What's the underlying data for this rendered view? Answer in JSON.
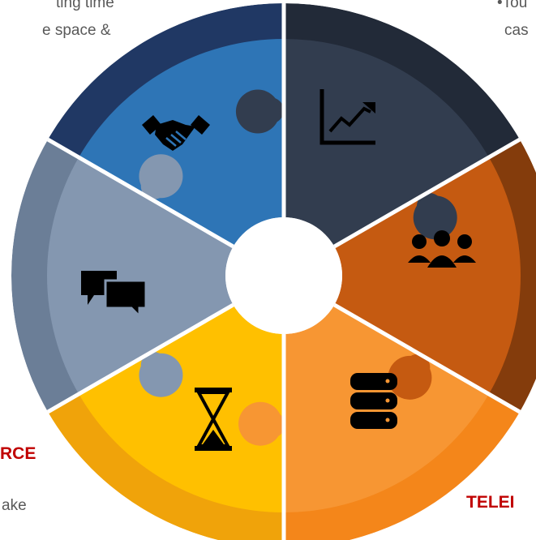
{
  "text_fragments": {
    "top_left_line1": "ting time",
    "top_left_line2": "e space &",
    "top_right_line1": "•Tou",
    "top_right_line2": "cas",
    "bottom_left_heading": "RCE",
    "bottom_left_body": "ake",
    "bottom_right_heading": "TELEI"
  },
  "diagram": {
    "type": "puzzle-cycle",
    "segment_count": 6,
    "segments": [
      {
        "id": "top-right",
        "icon": "line-chart-icon",
        "color": "#323d4f",
        "rim_color": "#222a38"
      },
      {
        "id": "right",
        "icon": "people-group-icon",
        "color": "#c55a11",
        "rim_color": "#843c0c"
      },
      {
        "id": "bottom-right",
        "icon": "database-icon",
        "color": "#f79633",
        "rim_color": "#f4861a"
      },
      {
        "id": "bottom-left",
        "icon": "hourglass-icon",
        "color": "#ffc000",
        "rim_color": "#f0a30a"
      },
      {
        "id": "left",
        "icon": "chat-bubbles-icon",
        "color": "#8497b0",
        "rim_color": "#6b7e97"
      },
      {
        "id": "top-left",
        "icon": "handshake-icon",
        "color": "#2e75b6",
        "rim_color": "#203864"
      }
    ],
    "center_color": "#ffffff"
  }
}
